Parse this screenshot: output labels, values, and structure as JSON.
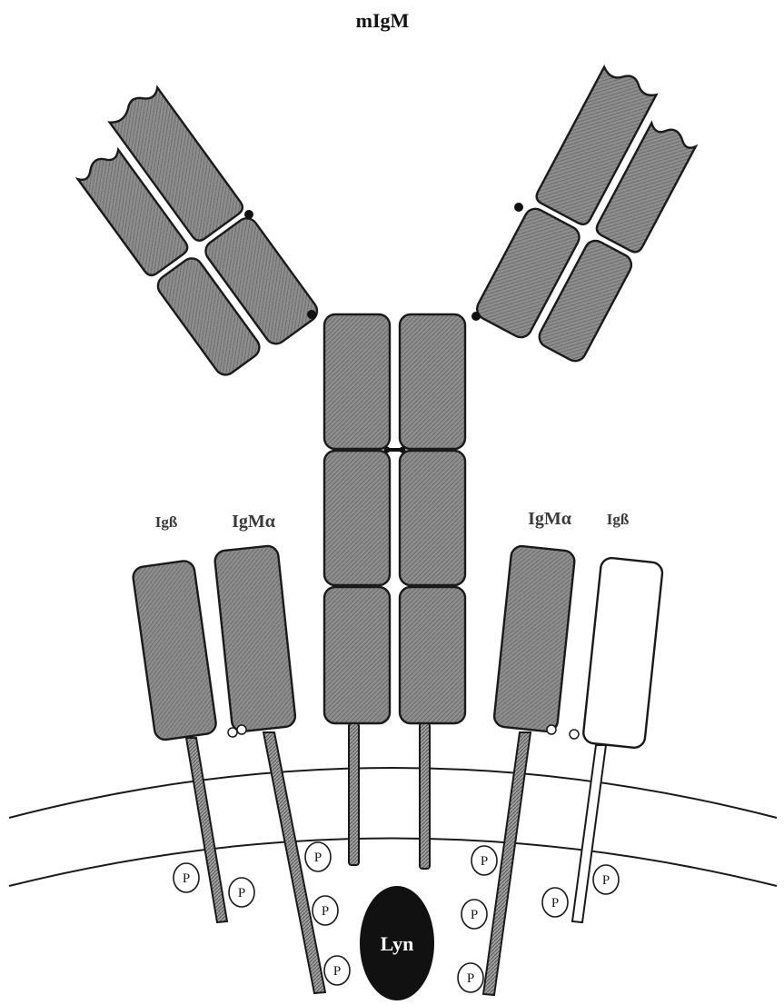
{
  "title": "mIgM",
  "labels": {
    "ig_beta_left": "Igß",
    "igm_alpha_left": "IgMα",
    "igm_alpha_right": "IgMα",
    "ig_beta_right": "Igß"
  },
  "kinase": "Lyn",
  "phospho_label": "P",
  "colors": {
    "domain_fill": "#8c8c8c",
    "kinase_fill": "#111111",
    "background": "#ffffff"
  }
}
